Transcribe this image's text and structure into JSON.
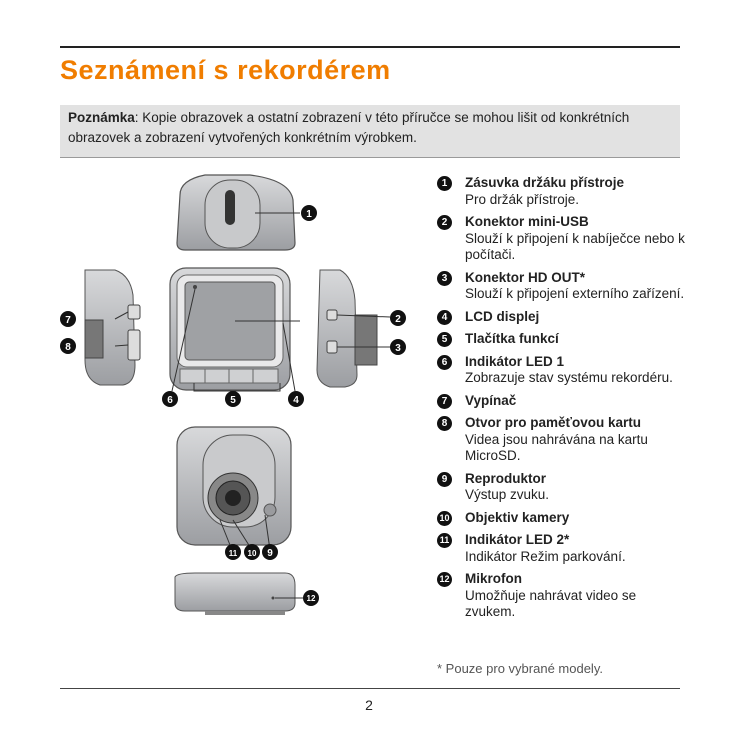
{
  "page": {
    "title": "Seznámení s rekordérem",
    "note_label": "Poznámka",
    "note_text": ": Kopie obrazovek a ostatní zobrazení v této příručce se mohou lišit od konkrétních obrazovek a zobrazení vytvořených konkrétním výrobkem.",
    "page_number": "2",
    "footnote": "* Pouze pro vybrané modely."
  },
  "callouts": [
    "1",
    "2",
    "3",
    "4",
    "5",
    "6",
    "7",
    "8",
    "9",
    "10",
    "11",
    "12"
  ],
  "items": [
    {
      "num": "1",
      "title": "Zásuvka držáku přístroje",
      "desc": "Pro držák přístroje."
    },
    {
      "num": "2",
      "title": "Konektor mini-USB",
      "desc": "Slouží k připojení k nabíječce nebo k počítači."
    },
    {
      "num": "3",
      "title": "Konektor HD OUT*",
      "desc": "Slouží k připojení externího zařízení."
    },
    {
      "num": "4",
      "title": "LCD displej",
      "desc": ""
    },
    {
      "num": "5",
      "title": "Tlačítka funkcí",
      "desc": ""
    },
    {
      "num": "6",
      "title": "Indikátor LED 1",
      "desc": "Zobrazuje stav systému rekordéru."
    },
    {
      "num": "7",
      "title": "Vypínač",
      "desc": ""
    },
    {
      "num": "8",
      "title": "Otvor pro paměťovou kartu",
      "desc": "Videa jsou nahrávána na kartu MicroSD."
    },
    {
      "num": "9",
      "title": "Reproduktor",
      "desc": "Výstup zvuku."
    },
    {
      "num": "10",
      "title": "Objektiv kamery",
      "desc": ""
    },
    {
      "num": "11",
      "title": "Indikátor LED 2*",
      "desc": "Indikátor Režim parkování."
    },
    {
      "num": "12",
      "title": "Mikrofon",
      "desc": "Umožňuje nahrávat video se zvukem."
    }
  ],
  "colors": {
    "accent": "#f07d00",
    "note_bg": "#e2e2e2",
    "device": "#bdbfc2"
  }
}
